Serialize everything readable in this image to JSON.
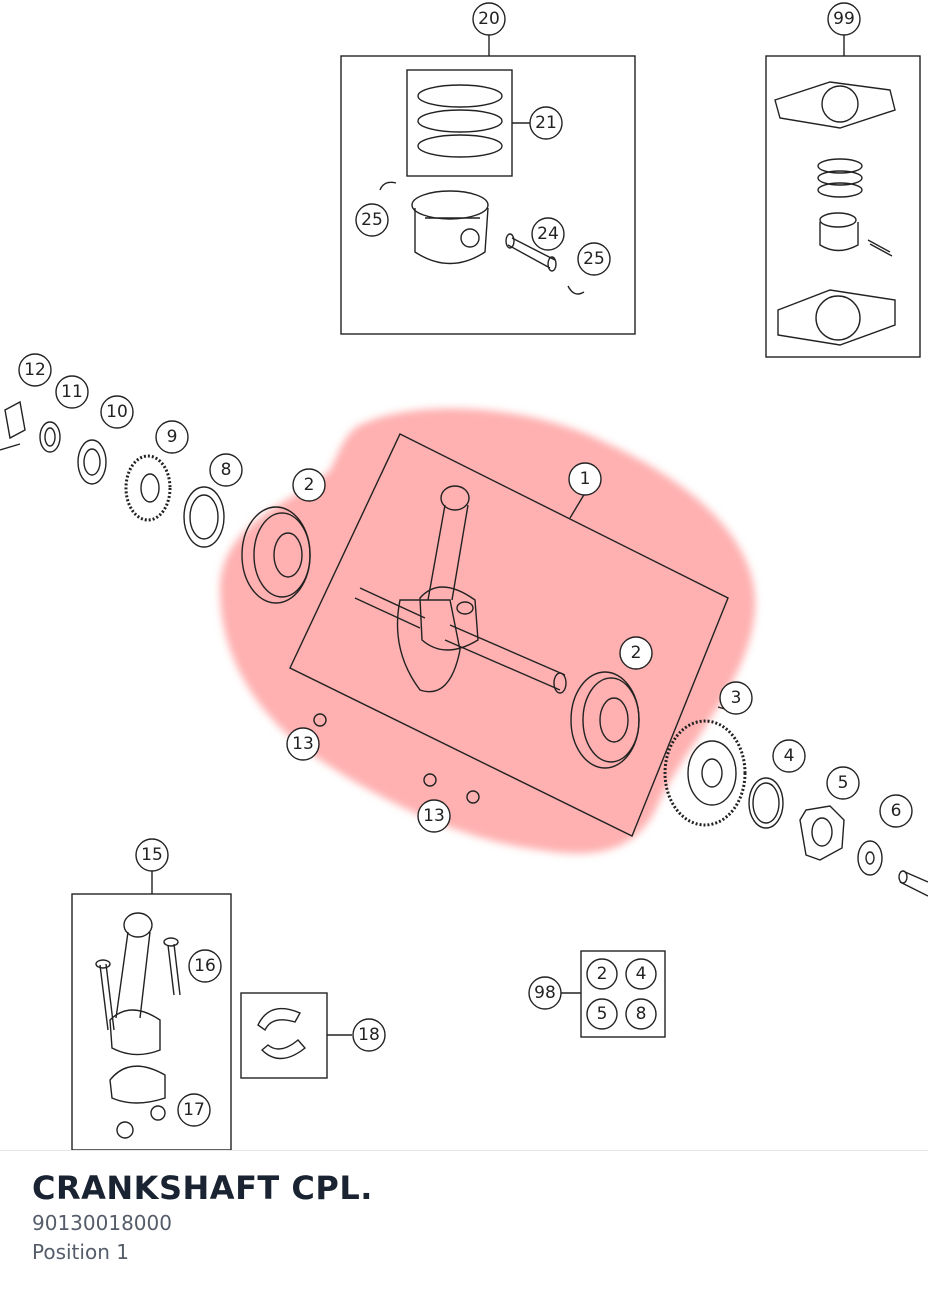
{
  "callouts": {
    "c20": "20",
    "c99": "99",
    "c21": "21",
    "c25a": "25",
    "c24": "24",
    "c25b": "25",
    "c12": "12",
    "c11": "11",
    "c10": "10",
    "c9": "9",
    "c8": "8",
    "c2a": "2",
    "c1": "1",
    "c2b": "2",
    "c3": "3",
    "c4": "4",
    "c5": "5",
    "c6": "6",
    "c13a": "13",
    "c13b": "13",
    "c15": "15",
    "c16": "16",
    "c17": "17",
    "c18": "18",
    "c98": "98",
    "k2": "2",
    "k4": "4",
    "k5": "5",
    "k8": "8"
  },
  "colors": {
    "highlight": "#ff8080",
    "line": "#222222"
  },
  "footer": {
    "title": "CRANKSHAFT CPL.",
    "part_number": "90130018000",
    "position": "Position 1"
  }
}
